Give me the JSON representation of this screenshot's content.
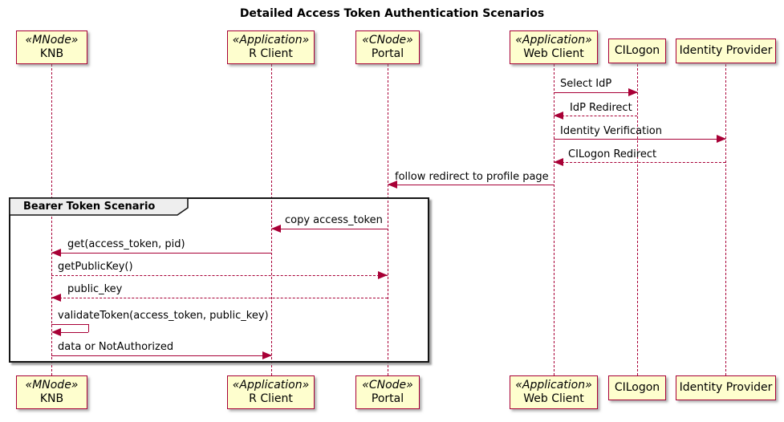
{
  "title": "Detailed Access Token Authentication Scenarios",
  "colors": {
    "participant_fill": "#FEFECE",
    "participant_border": "#A80036",
    "arrow": "#A80036",
    "lifeline": "#A80036",
    "frame_border": "#141414",
    "frame_label_fill": "#EEEEEE",
    "text": "#000000"
  },
  "participants": [
    {
      "stereotype": "«MNode»",
      "name": "KNB"
    },
    {
      "stereotype": "«Application»",
      "name": "R Client"
    },
    {
      "stereotype": "«CNode»",
      "name": "Portal"
    },
    {
      "stereotype": "«Application»",
      "name": "Web Client"
    },
    {
      "name": "CILogon"
    },
    {
      "name": "Identity Provider"
    }
  ],
  "frame": {
    "type": "group",
    "label": "Bearer Token Scenario"
  },
  "messages": [
    {
      "label": "Select IdP",
      "from": "Web Client",
      "to": "CILogon",
      "line": "solid"
    },
    {
      "label": "IdP Redirect",
      "from": "CILogon",
      "to": "Web Client",
      "line": "dashed"
    },
    {
      "label": "Identity Verification",
      "from": "Web Client",
      "to": "Identity Provider",
      "line": "solid"
    },
    {
      "label": "CILogon Redirect",
      "from": "Identity Provider",
      "to": "Web Client",
      "line": "dashed"
    },
    {
      "label": "follow redirect to profile page",
      "from": "Web Client",
      "to": "Portal",
      "line": "solid"
    },
    {
      "label": "copy access_token",
      "from": "Portal",
      "to": "R Client",
      "line": "solid"
    },
    {
      "label": "get(access_token, pid)",
      "from": "R Client",
      "to": "KNB",
      "line": "solid"
    },
    {
      "label": "getPublicKey()",
      "from": "KNB",
      "to": "Portal",
      "line": "dashed"
    },
    {
      "label": "public_key",
      "from": "Portal",
      "to": "KNB",
      "line": "dashed"
    },
    {
      "label": "validateToken(access_token, public_key)",
      "from": "KNB",
      "to": "KNB",
      "line": "solid"
    },
    {
      "label": "data or NotAuthorized",
      "from": "KNB",
      "to": "R Client",
      "line": "solid"
    }
  ]
}
